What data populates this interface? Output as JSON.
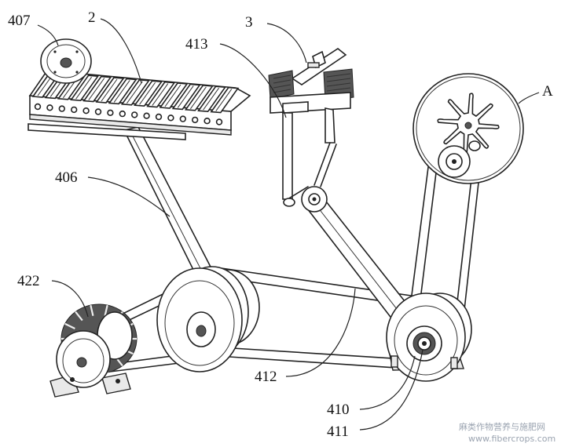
{
  "labels": {
    "l407": "407",
    "l2": "2",
    "l3": "3",
    "l413": "413",
    "lA": "A",
    "l406": "406",
    "l422": "422",
    "l412": "412",
    "l410": "410",
    "l411": "411"
  },
  "watermark": {
    "cn": "麻类作物营养与施肥网",
    "url": "www.fibercrops.com"
  }
}
